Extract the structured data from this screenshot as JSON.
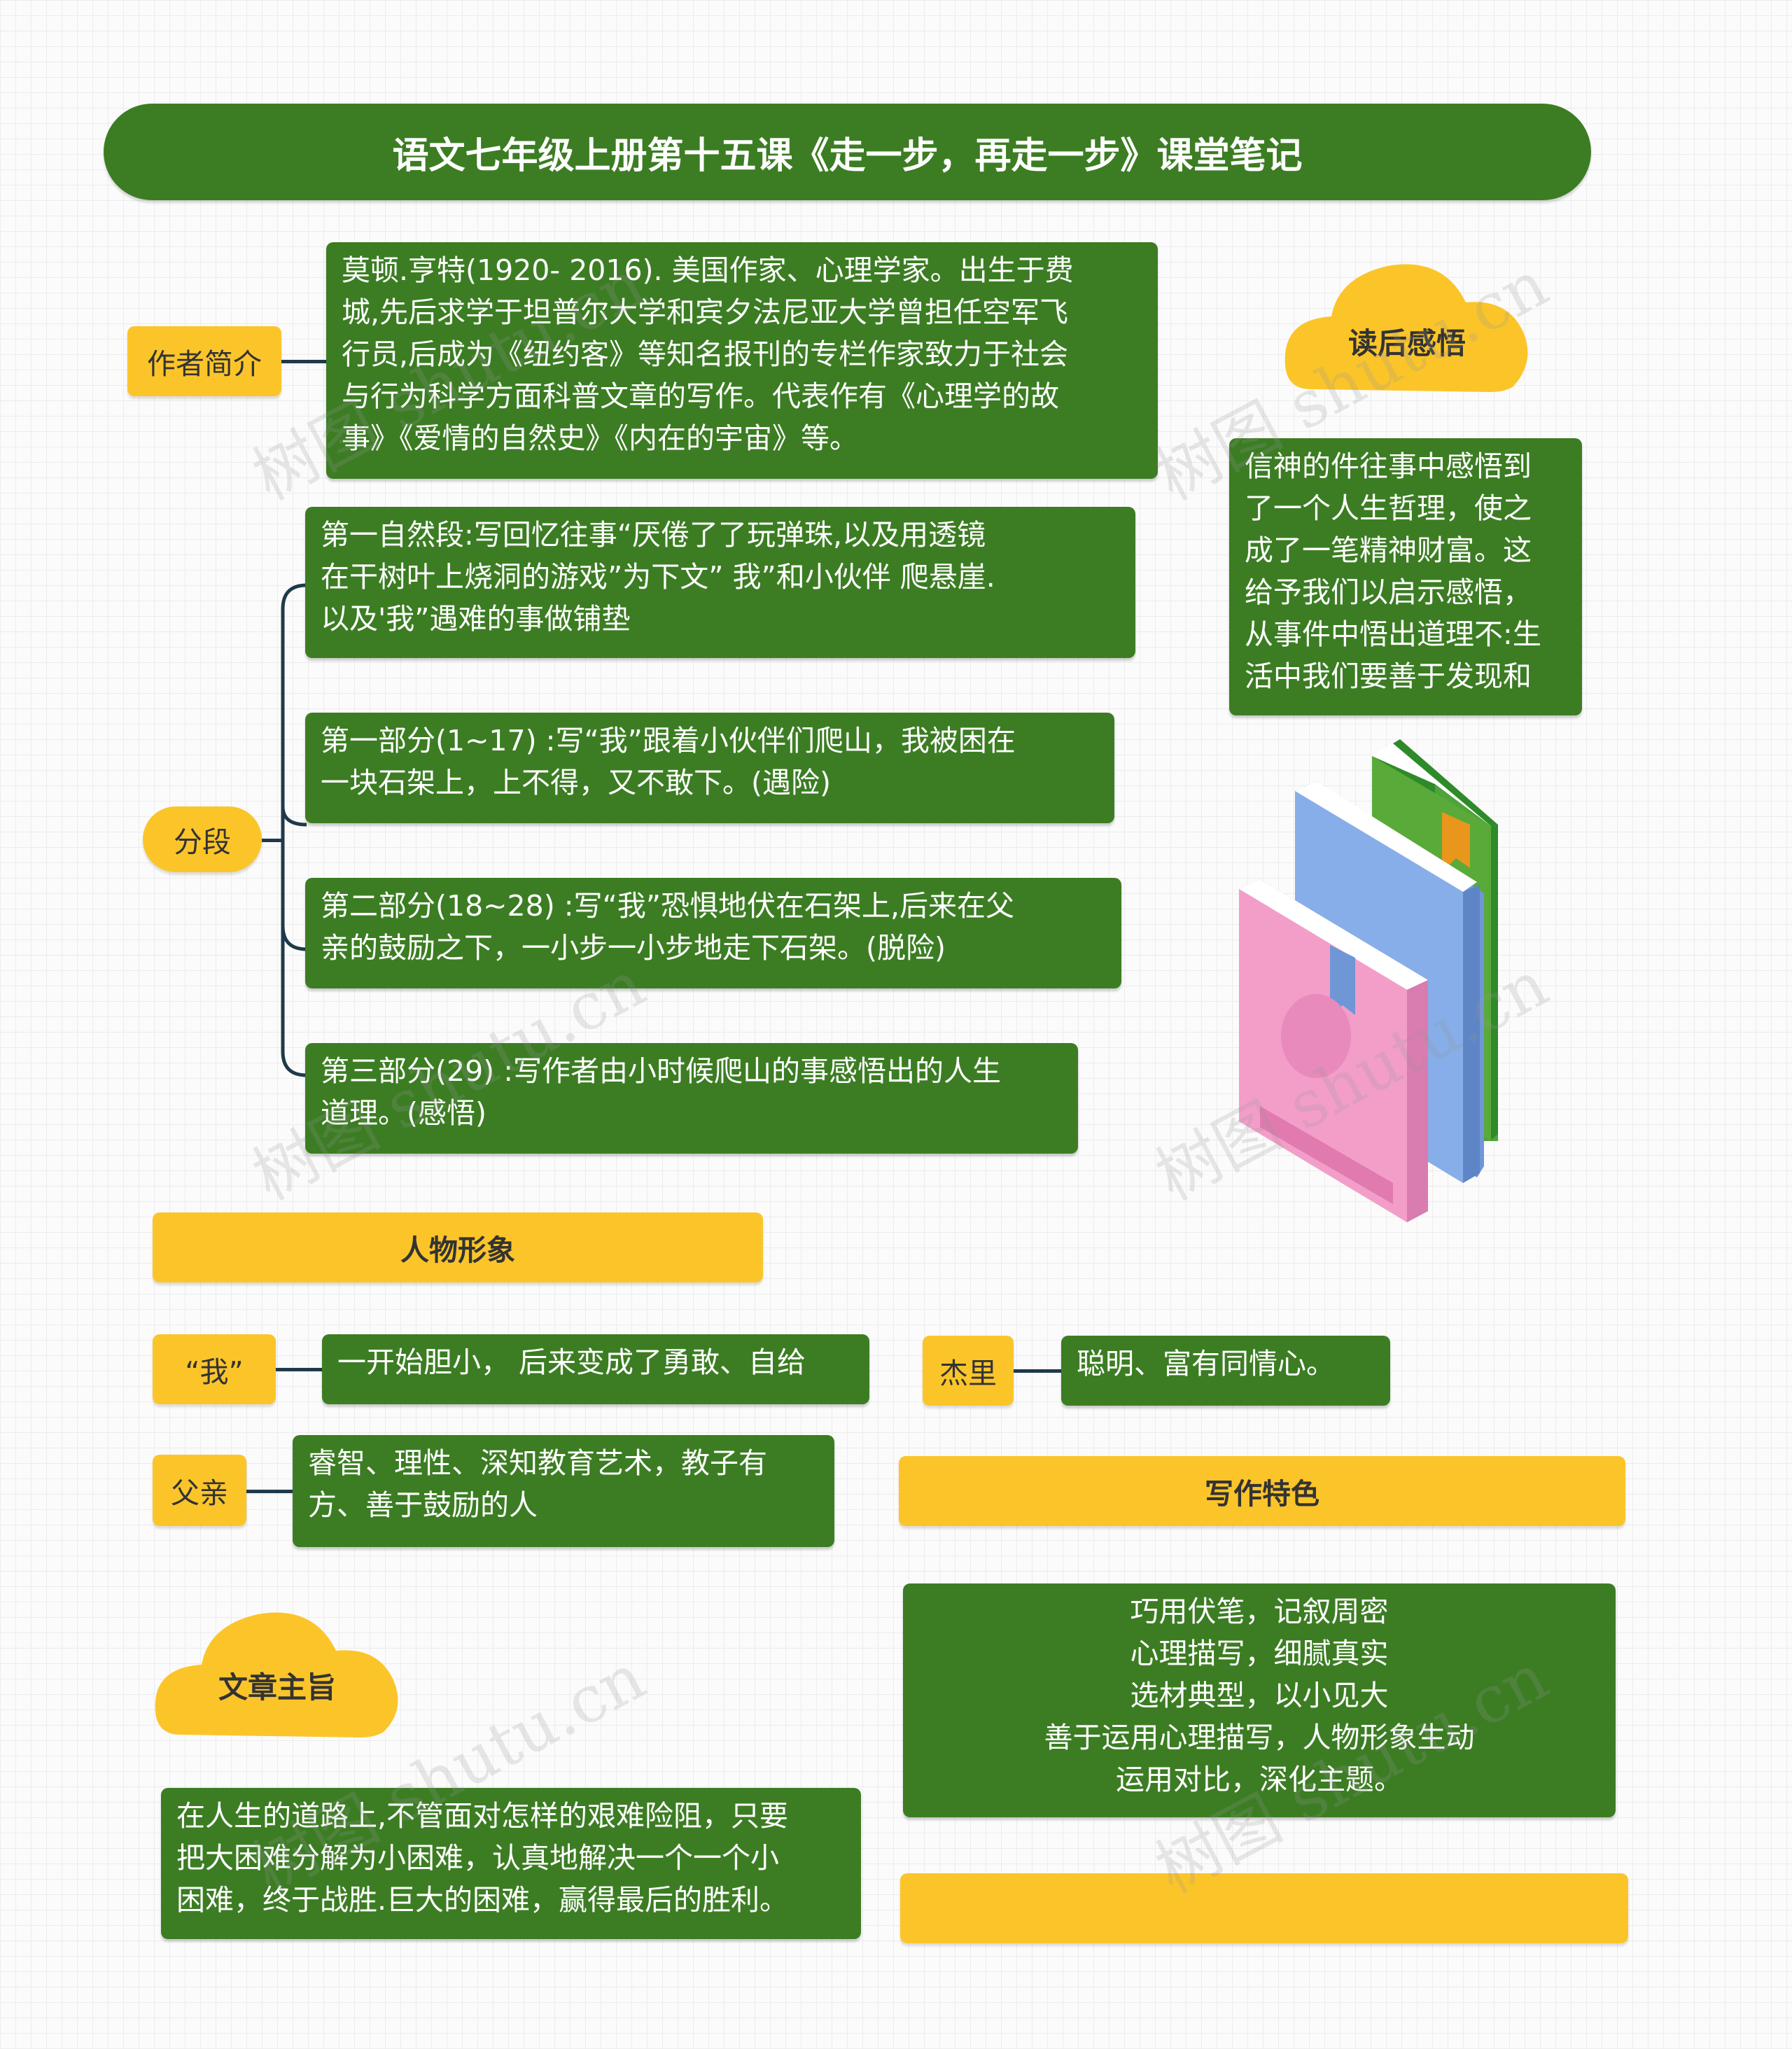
{
  "title": "语文七年级上册第十五课《走一步，再走一步》课堂笔记",
  "author": {
    "label": "作者简介",
    "lines": [
      "莫顿.亨特(1920- 2016). 美国作家、心理学家。出生于费",
      "城,先后求学于坦普尔大学和宾夕法尼亚大学曾担任空军飞",
      "行员,后成为《纽约客》等知名报刊的专栏作家致力于社会",
      "与行为科学方面科普文章的写作。代表作有《心理学的故",
      "事》《爱情的自然史》《内在的宇宙》等。"
    ]
  },
  "sections": {
    "label": "分段",
    "items": [
      [
        "第一自然段:写回忆往事“厌倦了了玩弹珠,以及用透镜",
        "在干树叶上烧洞的游戏”为下文” 我”和小伙伴 爬悬崖.",
        "以及'我”遇难的事做铺垫"
      ],
      [
        "第一部分(1~17) :写“我”跟着小伙伴们爬山，我被困在",
        "一块石架上，上不得，又不敢下。(遇险)"
      ],
      [
        "第二部分(18~28) :写“我”恐惧地伏在石架上,后来在父",
        "亲的鼓励之下，一小步一小步地走下石架。(脱险)"
      ],
      [
        "第三部分(29) :写作者由小时候爬山的事感悟出的人生",
        "道理。(感悟)"
      ]
    ]
  },
  "reflection": {
    "label": "读后感悟",
    "lines": [
      "信神的件往事中感悟到",
      "了一个人生哲理，使之",
      "成了一笔精神财富。这",
      "给予我们以启示感悟，",
      "从事件中悟出道理不:生",
      "活中我们要善于发现和"
    ]
  },
  "characters": {
    "header": "人物形象",
    "me_label": "“我”",
    "me_text": "一开始胆小， 后来变成了勇敢、自给",
    "jerry_label": "杰里",
    "jerry_text": "聪明、富有同情心。",
    "father_label": "父亲",
    "father_lines": [
      "睿智、理性、深知教育艺术，教子有",
      "方、善于鼓励的人"
    ]
  },
  "writing": {
    "header": "写作特色",
    "lines": [
      "巧用伏笔，记叙周密",
      "心理描写，细腻真实",
      "选材典型，以小见大",
      "善于运用心理描写，人物形象生动",
      "运用对比，深化主题。"
    ],
    "footer": ""
  },
  "theme": {
    "label": "文章主旨",
    "lines": [
      "在人生的道路上,不管面对怎样的艰难险阻，只要",
      "把大困难分解为小困难，认真地解决一个一个小",
      "困难，终于战胜.巨大的困难，赢得最后的胜利。"
    ]
  },
  "watermark": "树图 shutu.cn",
  "colors": {
    "green": "#3c7d23",
    "yellow": "#fbc52a",
    "connector": "#1e3a4a",
    "book_pink": "#f29ec9",
    "book_blue": "#87aee8",
    "book_green": "#5aaa3a",
    "book_yellow": "#f0e060"
  }
}
